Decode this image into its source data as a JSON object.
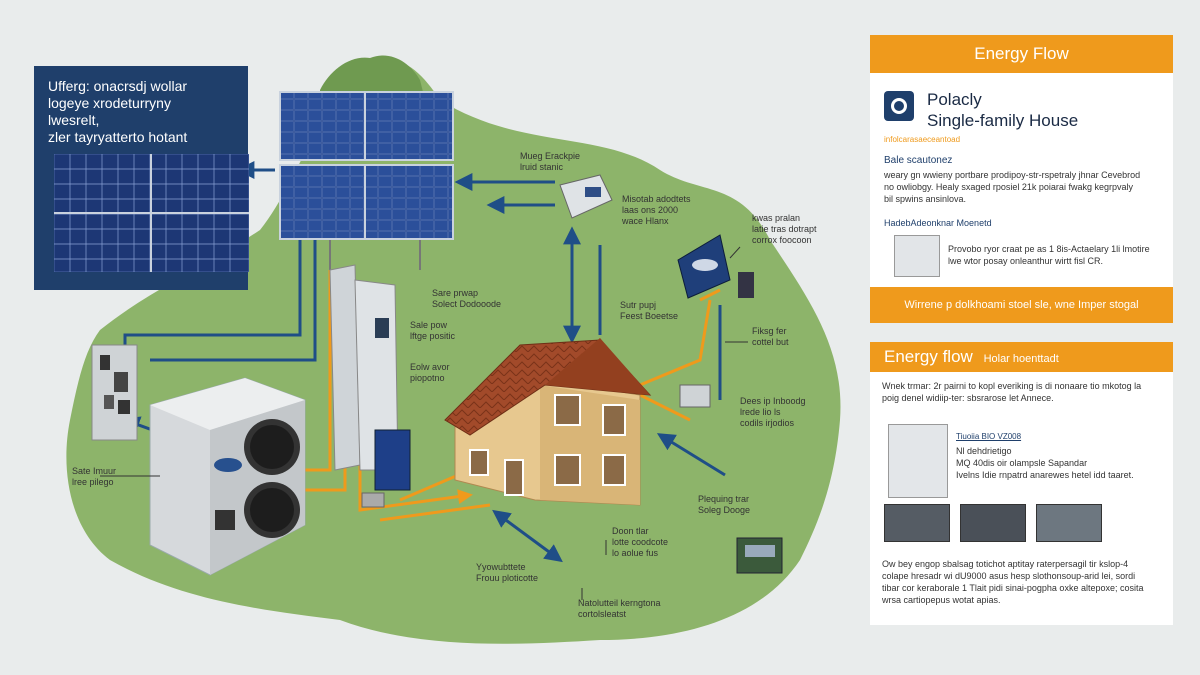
{
  "diagram": {
    "topleft_box": {
      "text": "Ufferg: onacrsdj wollar\nlogeye xrodeturryny\nlwesrelt,\nzler tayryatterto hotant"
    },
    "labels": {
      "inverter_top": "Mueg Erackpie\nlruid stanic",
      "controller_mid": "Misotab adodtets\nlaas ons 2000\nwace Hlanx",
      "battery_right": "kwas pralan\nlatie tras dotrapt\ncorrox foocoon",
      "storage_stack": "Sare prwap\nSolect Dodooode",
      "stack_panel": "Sale pow\nlftge positic",
      "mid_pump": "Sutr pupj\nFeest Boeetse",
      "house_left": "Eolw avor\npiopotno",
      "right_meter": "Fiksg fer\ncottel but",
      "heat_left": "Sate Imuur\nlree pilego",
      "right_valve": "Dees ip Inboodg\nlrede lio ls\ncodils irjodios",
      "right_lower": "Plequing trar\nSoleg Dooge",
      "bottom_mid": "Doon tlar\nlotte coodcote\nlo aolue fus",
      "bottom_left": "Yyowubttete\nFrouu ploticotte",
      "bottom_center": "Natolutteil kerngtona\ncortolsleatst"
    }
  },
  "panel_top": {
    "title": "Energy Flow",
    "brand": "Polacly",
    "heading": "Single-family House",
    "subtitle": "infolcarasaeceantoad",
    "section1": "Bale scautonez",
    "para1": "weary gn wwieny portbare prodipoy-str-rspetraly jhnar Cevebrod\nno owliobgy. Healy sxaged rposiel 21k poiarai fwakg kegrpvaly\nbil spwins ansinlova.",
    "section2": "HadebAdeonknar Moenetd",
    "device_text": "Provobo ryor craat pe as 1 8is-Actaelary 1li lmotire\nlwe wtor posay onleanthur wirtt fisl CR.",
    "banner": "Wirrene p dolkhoami stoel sle, wne Imper stogal"
  },
  "panel_bottom": {
    "title": "Energy flow",
    "title_suffix": "Holar hoenttadt",
    "para1": "Wnek trmar: 2r pairni to kopl everiking is di nonaare tio mkotog la\npoig denel widiip-ter: sbsrarose let Annece.",
    "spec_title": "Tiuoiia BIO VZ008",
    "specs": "Nl dehdrietigo\nMQ 40dis oir olampsle Sapandar\nIvelns Idie rnpatrd anarewes hetel idd taaret.",
    "footer": "Ow bey engop sbalsag totichot aptitay raterpersagil tir kslop-4\ncolape hresadr wi dU9000 asus hesp slothonsoup-arid lei, sordi\ntibar cor keraborale 1 Tlait pidi sinai-pogpha oxke altepoxe; cosita\nwrsa cartiopepus wotat apias."
  },
  "colors": {
    "arrow": "#1f4e87",
    "pipe": "#ef9a1c",
    "header": "#ef9a1c",
    "navy": "#1f3f6b",
    "grass": "#8db46a"
  }
}
